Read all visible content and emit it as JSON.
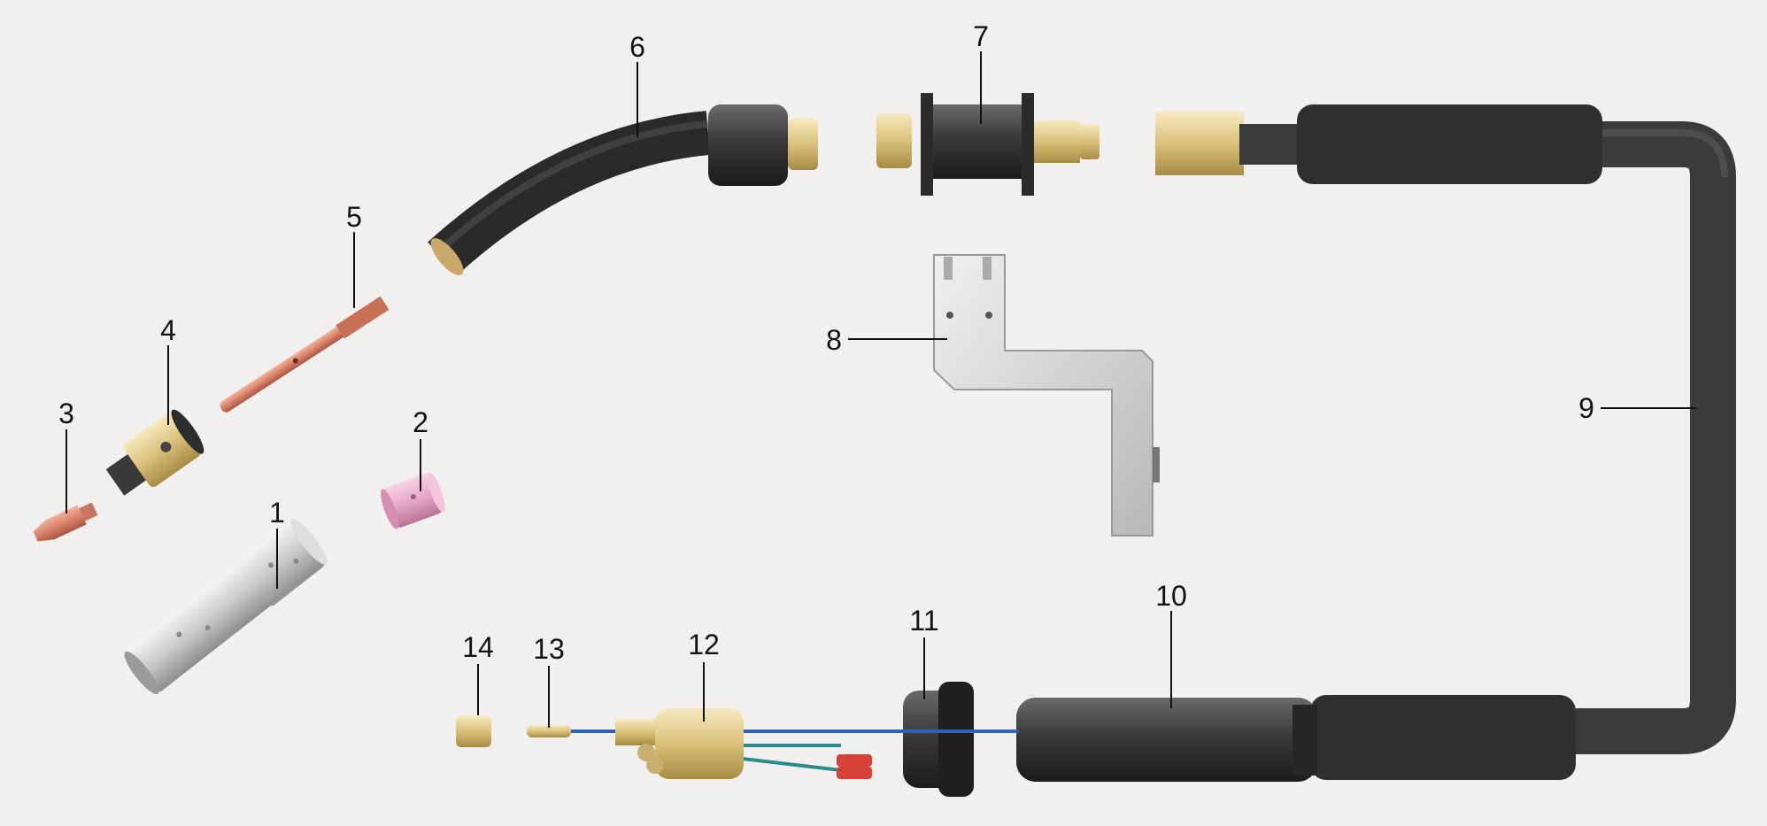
{
  "diagram": {
    "callouts": [
      {
        "id": "1",
        "label": "1"
      },
      {
        "id": "2",
        "label": "2"
      },
      {
        "id": "3",
        "label": "3"
      },
      {
        "id": "4",
        "label": "4"
      },
      {
        "id": "5",
        "label": "5"
      },
      {
        "id": "6",
        "label": "6"
      },
      {
        "id": "7",
        "label": "7"
      },
      {
        "id": "8",
        "label": "8"
      },
      {
        "id": "9",
        "label": "9"
      },
      {
        "id": "10",
        "label": "10"
      },
      {
        "id": "11",
        "label": "11"
      },
      {
        "id": "12",
        "label": "12"
      },
      {
        "id": "13",
        "label": "13"
      },
      {
        "id": "14",
        "label": "14"
      }
    ]
  },
  "colors": {
    "background": "#f1f0ef",
    "brass": "#d9c17a",
    "copper": "#d9826a",
    "ceramic": "#e6a6c6",
    "cable": "#3b3b3b",
    "nozzle": "#bdbdbd",
    "wire_blue": "#2e63b8",
    "terminal_red": "#d8403a"
  }
}
